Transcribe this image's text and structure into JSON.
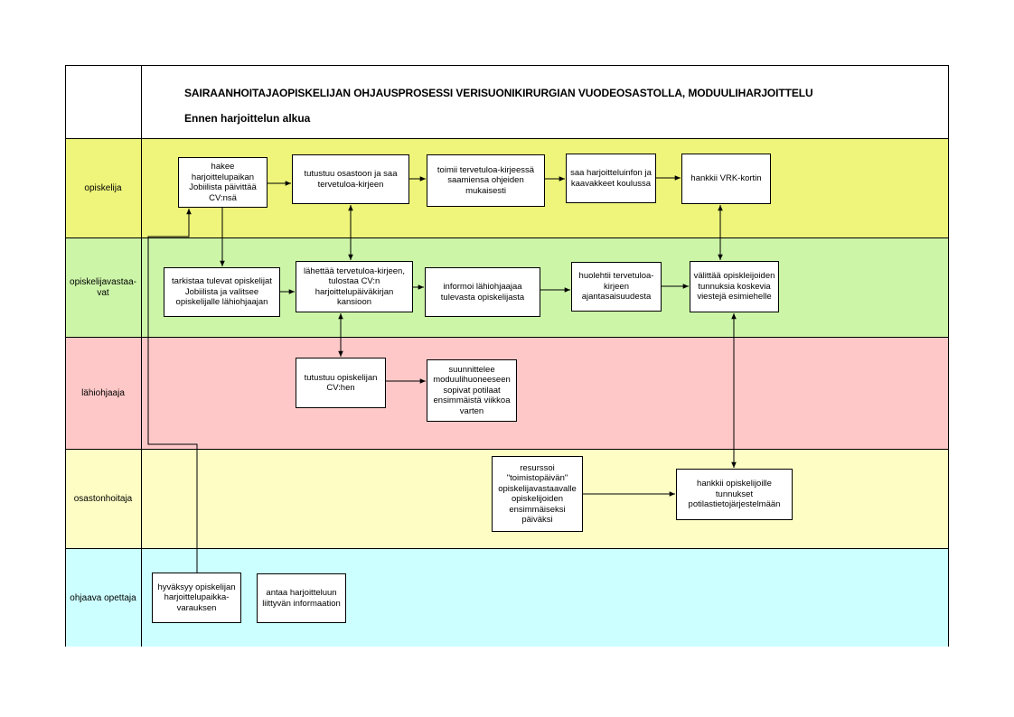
{
  "header": {
    "title": "SAIRAANHOITAJAOPISKELIJAN OHJAUSPROSESSI VERISUONIKIRURGIAN VUODEOSASTOLLA, MODUULIHARJOITTELU",
    "subtitle": "Ennen harjoittelun alkua"
  },
  "lanes": [
    {
      "label": "opiskelija",
      "color": "#eef57a"
    },
    {
      "label": "opiskelijavastaa-vat",
      "color": "#ccf5a8"
    },
    {
      "label": "lähiohjaaja",
      "color": "#ffc8c8"
    },
    {
      "label": "osastonhoitaja",
      "color": "#fdfdc4"
    },
    {
      "label": "ohjaava opettaja",
      "color": "#ccffff"
    }
  ],
  "boxes": {
    "hakee": "hakee harjoittelupaikan Jobiilista päivittää CV:nsä",
    "tutustuu_osastoon": "tutustuu osastoon ja saa tervetuloa-kirjeen",
    "toimii": "toimii tervetuloa-kirjeessä saamiensa ohjeiden mukaisesti",
    "saa_infon": "saa harjoitteluinfon ja kaavakkeet koulussa",
    "hankkii_vrk": "hankkii  VRK-kortin",
    "tarkistaa": "tarkistaa tulevat opiskelijat Jobiilista ja valitsee opiskelijalle lähiohjaajan",
    "lahettaa": "lähettää tervetuloa-kirjeen, tulostaa CV:n harjoittelupäiväkirjan kansioon",
    "informoi": "informoi lähiohjaajaa tulevasta opiskelijasta",
    "huolehtii": "huolehtii tervetuloa-kirjeen ajantasaisuudesta",
    "valittaa": "välittää opiskleijoiden tunnuksia koskevia viestejä esimiehelle",
    "tutustuu_cv": "tutustuu opiskelijan CV:hen",
    "suunnittelee": "suunnittelee moduulihuoneeseen sopivat potilaat ensimmäistä viikkoa varten",
    "resurssoi": "resurssoi \"toimistopäivän\" opiskelijavastaavalle opiskelijoiden ensimmäiseksi päiväksi",
    "hankkii_tunnukset": "hankkii opiskelijoille tunnukset potilastietojärjestelmään",
    "hyvaksyy": "hyväksyy opiskelijan harjoittelupaikka-varauksen",
    "antaa": "antaa harjoitteluun liittyvän informaation"
  }
}
